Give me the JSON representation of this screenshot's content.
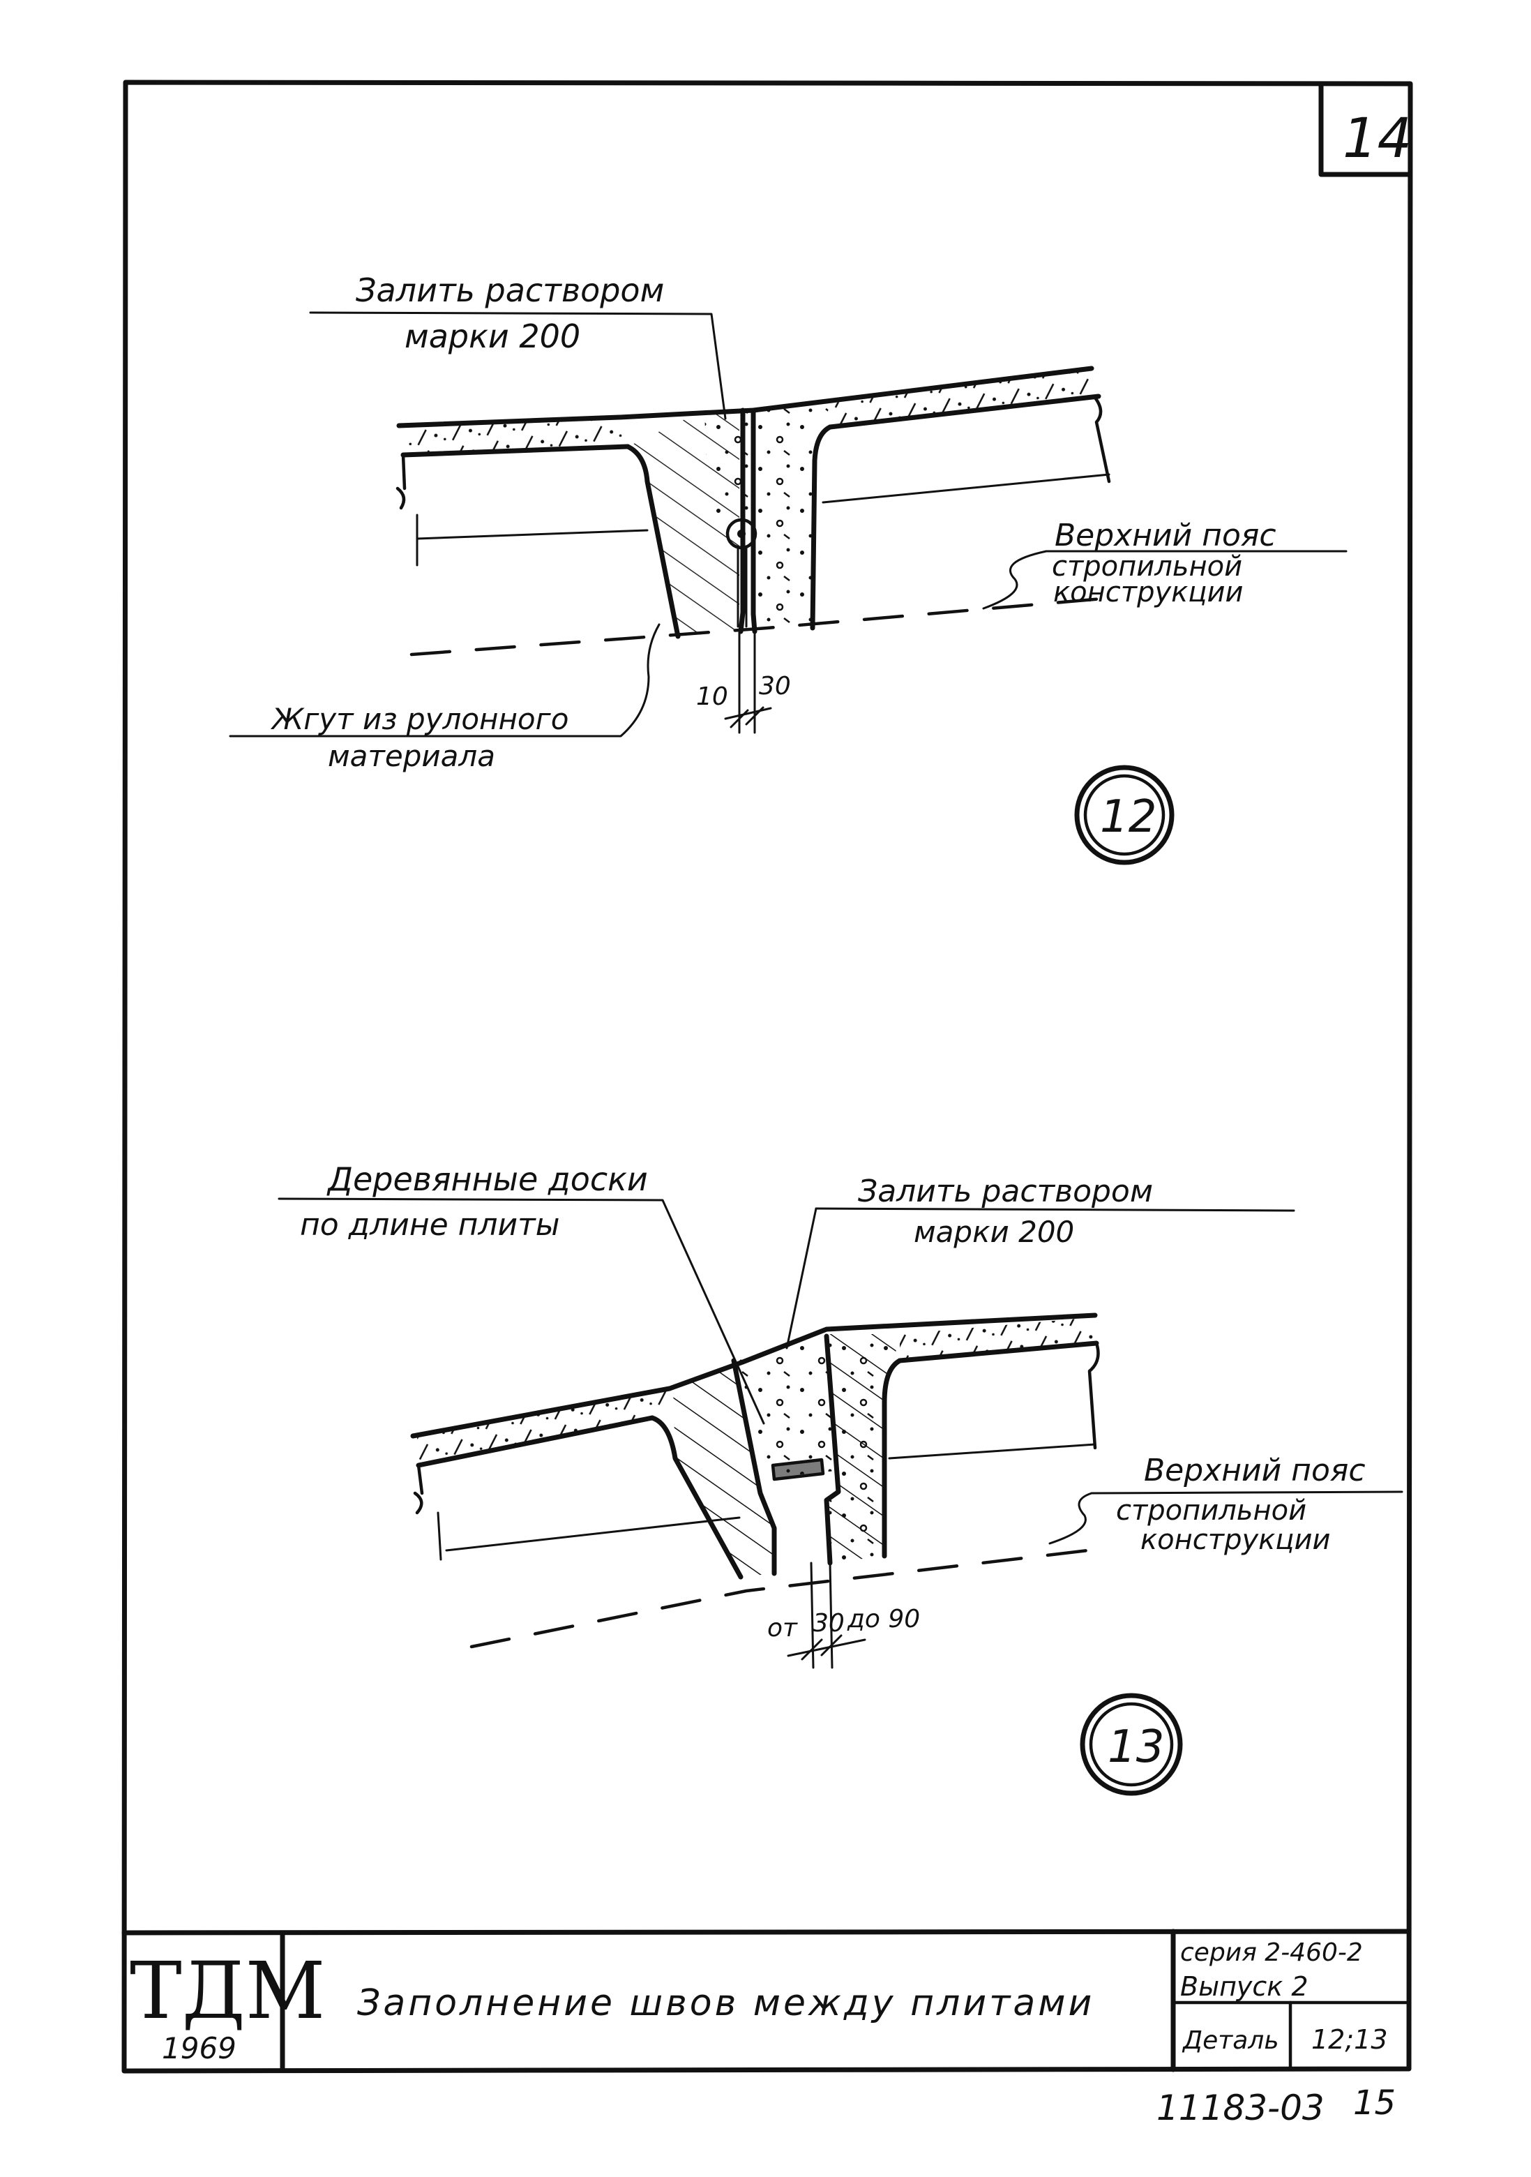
{
  "sheet": {
    "page_number": "14",
    "sheet_code": "11183-03",
    "sheet_index": "15"
  },
  "detail_12": {
    "number": "12",
    "label_fill": [
      "Залить раствором",
      "марки 200"
    ],
    "label_chord": [
      "Верхний пояс",
      "стропильной",
      "конструкции"
    ],
    "label_tourniquet": [
      "Жгут из рулонного",
      "материала"
    ],
    "dim_from": "10",
    "dim_to": "30"
  },
  "detail_13": {
    "number": "13",
    "label_boards": [
      "Деревянные доски",
      "по длине плиты"
    ],
    "label_fill": [
      "Залить раствором",
      "марки 200"
    ],
    "label_chord": [
      "Верхний пояс",
      "стропильной",
      "конструкции"
    ],
    "dim_from": "от",
    "dim_mid": "30",
    "dim_to": "до 90"
  },
  "title_block": {
    "org": "ТДМ",
    "year": "1969",
    "title": "Заполнение швов между плитами",
    "series": "серия 2-460-2",
    "issue": "Выпуск 2",
    "detail_label": "Деталь",
    "detail_numbers": "12;13"
  }
}
